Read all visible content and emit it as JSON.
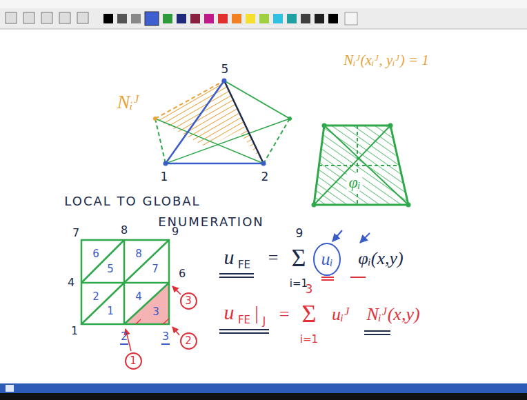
{
  "diagram": {
    "nodes": [
      {
        "text": [
          "3"
        ]
      },
      {
        "text": [
          "2"
        ]
      },
      {
        "text": [
          "1"
        ]
      }
    ],
    "labels": [
      "Nᵢᴶ",
      "5",
      "1",
      "2",
      "Nᵢᴶ(xᵢᴶ, yᵢᴶ) = 1",
      "φᵢ",
      "LOCAL TO GLOBAL",
      "ENUMERATION",
      "7",
      "8",
      "9",
      "4",
      "6",
      "1",
      "2",
      "3",
      "6",
      "8",
      "5",
      "7",
      "2",
      "3",
      "1",
      "4",
      "u",
      "FE",
      "=",
      "9",
      "Σ",
      "i=1",
      "uᵢ",
      "φᵢ(x,y)",
      "u",
      "FE",
      "|",
      "J",
      "=",
      "3",
      "Σ",
      "i=1",
      "uᵢᴶ",
      "Nᵢᴶ(x,y)"
    ]
  }
}
